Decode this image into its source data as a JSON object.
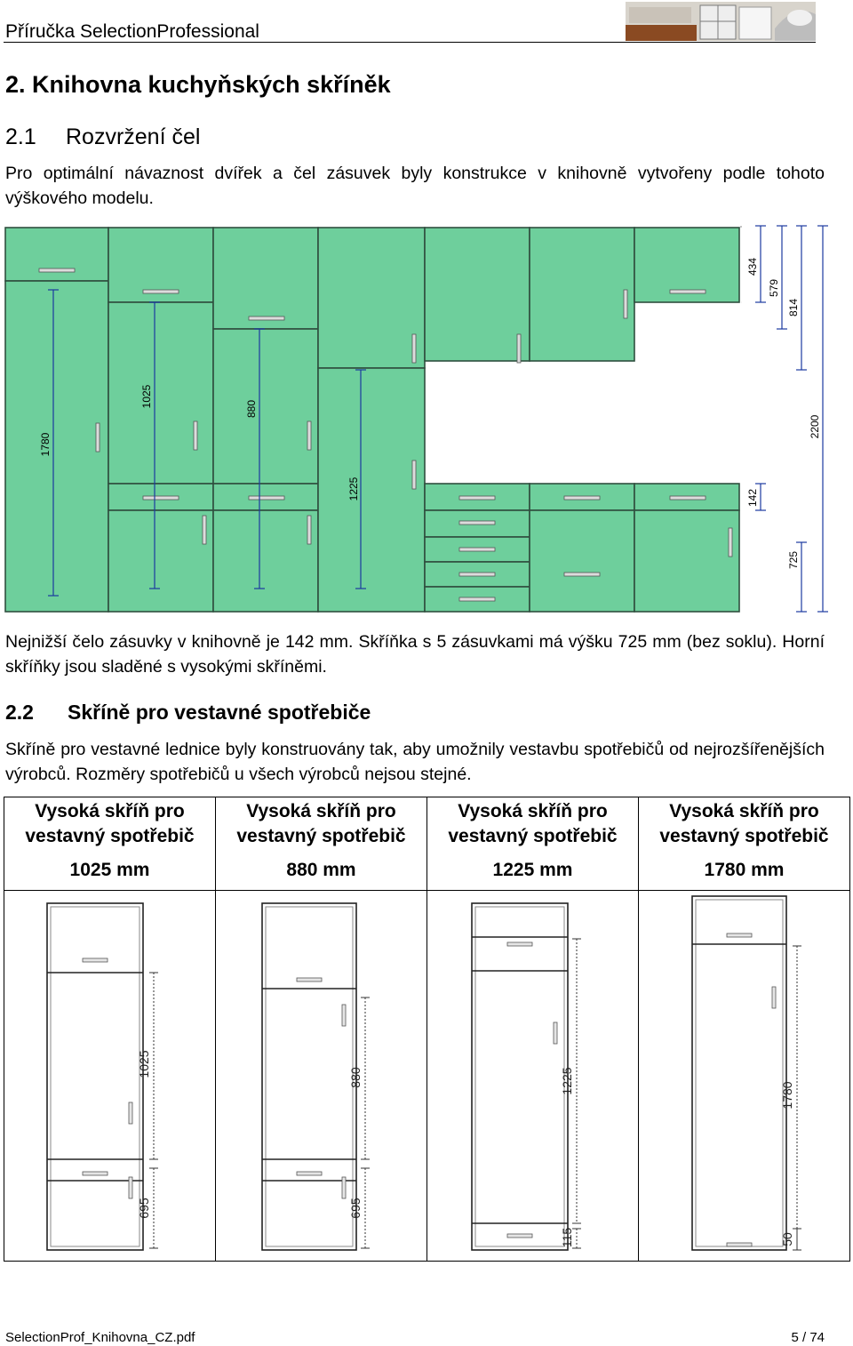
{
  "header": {
    "title": "Příručka SelectionProfessional",
    "logo_icon": "kitchen-render-logo-icon"
  },
  "section": {
    "heading": "2. Knihovna kuchyňských skříněk",
    "sub1": {
      "number": "2.1",
      "title": "Rozvržení čel"
    },
    "intro": "Pro optimální návaznost dvířek a čel zásuvek byly konstrukce v knihovně vytvořeny podle tohoto výškového modelu.",
    "note": "Nejnižší čelo zásuvky v knihovně je 142 mm. Skříňka s 5 zásuvkami má výšku 725 mm (bez soklu). Horní skříňky jsou sladěné s vysokými skříněmi.",
    "sub2": {
      "number": "2.2",
      "title": "Skříně pro vestavné spotřebiče"
    },
    "sub2_text": "Skříně pro vestavné lednice byly konstruovány tak, aby umožnily vestavbu spotřebičů od nejrozšířenějších výrobců. Rozměry spotřebičů u všech výrobců nejsou stejné."
  },
  "elevation": {
    "front_color": "#6ecf9c",
    "edge_color": "#2f4f3f",
    "dim_color": "#1c3aa0",
    "column_dims": [
      "1780",
      "1025",
      "880",
      "1225"
    ],
    "right_dims": [
      "434",
      "579",
      "814",
      "2200",
      "142",
      "725"
    ]
  },
  "appliance_table": {
    "columns": [
      {
        "line1": "Vysoká skříň pro",
        "line2": "vestavný spotřebič",
        "height": "1025 mm",
        "dims": [
          "1025",
          "695"
        ]
      },
      {
        "line1": "Vysoká skříň pro",
        "line2": "vestavný spotřebič",
        "height": "880 mm",
        "dims": [
          "880",
          "695"
        ]
      },
      {
        "line1": "Vysoká skříň pro",
        "line2": "vestavný spotřebič",
        "height": "1225 mm",
        "dims": [
          "1225",
          "115"
        ]
      },
      {
        "line1": "Vysoká skříň pro",
        "line2": "vestavný spotřebič",
        "height": "1780 mm",
        "dims": [
          "1780",
          "50"
        ]
      }
    ]
  },
  "footer": {
    "filename": "SelectionProf_Knihovna_CZ.pdf",
    "page": "5 / 74"
  }
}
